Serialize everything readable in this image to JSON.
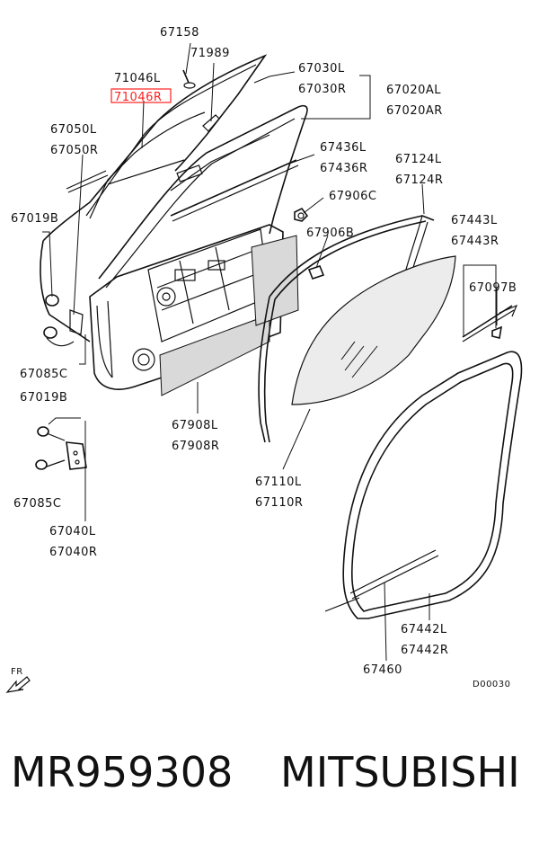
{
  "labels": {
    "p67158": "67158",
    "p71989": "71989",
    "p71046L": "71046L",
    "p71046R": "71046R",
    "p67030L": "67030L",
    "p67030R": "67030R",
    "p67020AL": "67020AL",
    "p67020AR": "67020AR",
    "p67050L": "67050L",
    "p67050R": "67050R",
    "p67436L": "67436L",
    "p67436R": "67436R",
    "p67124L": "67124L",
    "p67124R": "67124R",
    "p67019B_top": "67019B",
    "p67906C": "67906C",
    "p67906B": "67906B",
    "p67443L": "67443L",
    "p67443R": "67443R",
    "p67097B": "67097B",
    "p67085C_top": "67085C",
    "p67019B_bottom": "67019B",
    "p67908L": "67908L",
    "p67908R": "67908R",
    "p67110L": "67110L",
    "p67110R": "67110R",
    "p67085C_bottom": "67085C",
    "p67040L": "67040L",
    "p67040R": "67040R",
    "p67442L": "67442L",
    "p67442R": "67442R",
    "p67460": "67460",
    "fr": "FR",
    "diagram_code": "D00030"
  },
  "footer": {
    "part_number": "MR959308",
    "brand": "MITSUBISHI"
  },
  "highlight_color": "#ff2020"
}
